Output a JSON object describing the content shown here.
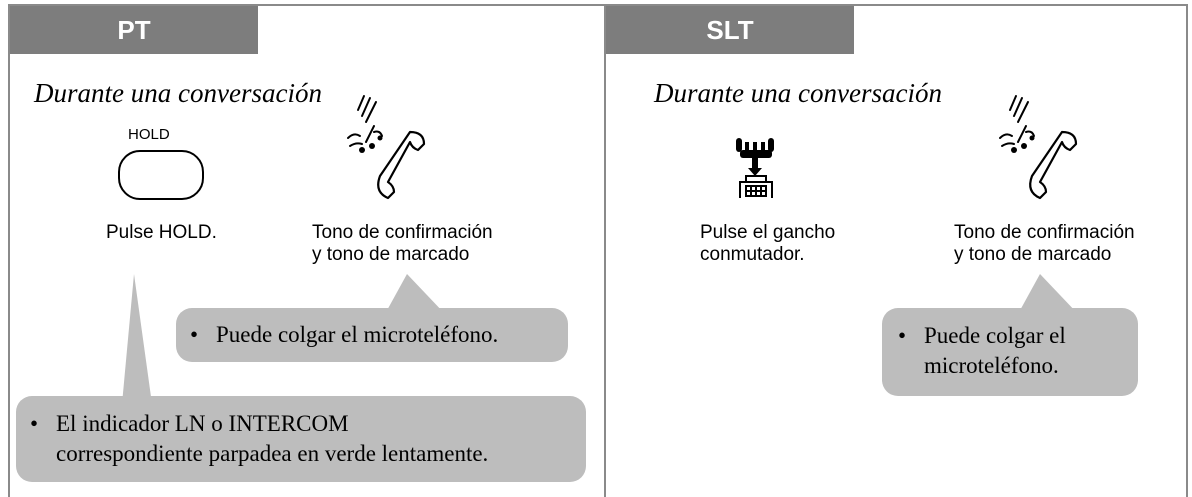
{
  "pt": {
    "tab": "PT",
    "heading": "Durante una conversación",
    "key_label": "HOLD",
    "step1": "Pulse HOLD.",
    "step2": [
      "Tono de confirmación",
      "y tono de marcado"
    ],
    "note1": {
      "bullet": "•",
      "lines": [
        "Puede colgar el microteléfono."
      ]
    },
    "note2": {
      "bullet": "•",
      "lines": [
        "El indicador LN o INTERCOM",
        "correspondiente parpadea en verde lentamente."
      ]
    }
  },
  "slt": {
    "tab": "SLT",
    "heading": "Durante una conversación",
    "step1": [
      "Pulse el gancho",
      "conmutador."
    ],
    "step2": [
      "Tono de confirmación",
      "y tono de marcado"
    ],
    "note1": {
      "bullet": "•",
      "lines": [
        "Puede colgar el",
        "microteléfono."
      ]
    }
  }
}
